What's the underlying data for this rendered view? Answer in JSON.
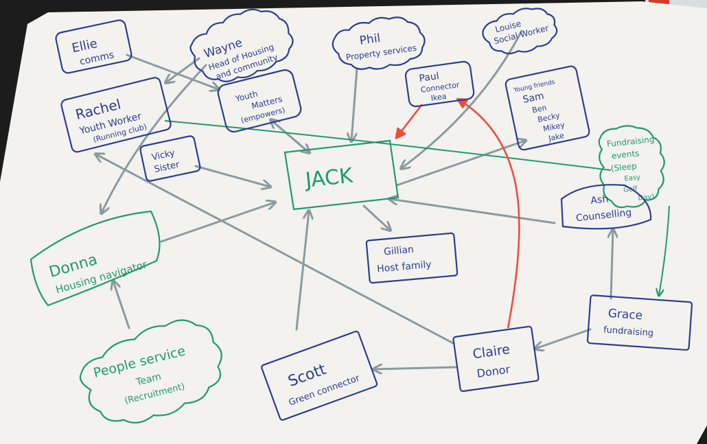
{
  "colors": {
    "paper": "#f3f2ee",
    "background": "#1a1a1a",
    "blue_marker": "#2b3d8f",
    "green_marker": "#1f9a6e",
    "grey_marker": "#8a9aa0",
    "red_marker": "#ef4b3c"
  },
  "nodes": {
    "jack": "JACK",
    "ellie": {
      "line1": "Ellie",
      "line2": "comms"
    },
    "wayne": {
      "line1": "Wayne",
      "line2": "Head of Housing",
      "line3": "and community"
    },
    "phil": {
      "line1": "Phil",
      "line2": "Property services"
    },
    "louise": {
      "line1": "Louise",
      "line2": "Social Worker"
    },
    "rachel": {
      "line1": "Rachel",
      "line2": "Youth Worker",
      "line3": "(Running club)"
    },
    "youth_matters": {
      "line1": "Youth",
      "line2": "Matters",
      "line3": "(empowers)"
    },
    "paul": {
      "line1": "Paul",
      "line2": "Connector",
      "line3": "Ikea"
    },
    "young_friends": {
      "line1": "Young friends",
      "line2": "Sam",
      "line3": "Ben",
      "line4": "Becky",
      "line5": "Mikey",
      "line6": "Jake"
    },
    "fundraising": {
      "line1": "Fundraising",
      "line2": "events",
      "line3": "(Sleep",
      "line4": "Easy",
      "line5": "Golf",
      "line6": "Day)"
    },
    "vicky": {
      "line1": "Vicky",
      "line2": "Sister"
    },
    "ash": {
      "line1": "Ash",
      "line2": "Counselling"
    },
    "gillian": {
      "line1": "Gillian",
      "line2": "Host family"
    },
    "donna": {
      "line1": "Donna",
      "line2": "Housing navigator"
    },
    "grace": {
      "line1": "Grace",
      "line2": "fundraising"
    },
    "people_service": {
      "line1": "People service",
      "line2": "Team",
      "line3": "(Recruitment)"
    },
    "claire": {
      "line1": "Claire",
      "line2": "Donor"
    },
    "scott": {
      "line1": "Scott",
      "line2": "Green connector"
    }
  }
}
